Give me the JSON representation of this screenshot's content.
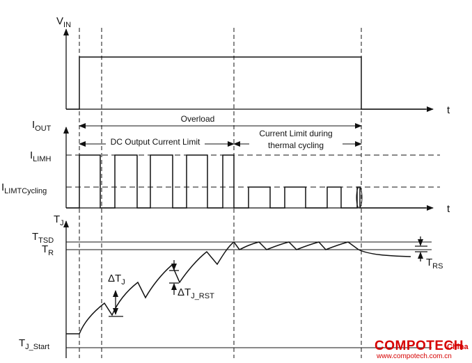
{
  "axes": {
    "vin": "V",
    "vin_sub": "IN",
    "iout": "I",
    "iout_sub": "OUT",
    "tj": "T",
    "tj_sub": "J",
    "time": "t"
  },
  "levels": {
    "ilimh": "I",
    "ilimh_sub": "LIMH",
    "ilimt": "I",
    "ilimt_sub": "LIMTCycling",
    "ttsd": "T",
    "ttsd_sub": "TSD",
    "tr": "T",
    "tr_sub": "R",
    "tstart": "T",
    "tstart_sub": "J_Start"
  },
  "annotations": {
    "overload": "Overload",
    "dc_limit": "DC Output Current Limit",
    "thermal_line1": "Current Limit during",
    "thermal_line2": "thermal cycling",
    "delta_tj": "ΔT",
    "delta_tj_sub": "J",
    "delta_tj_rst": "ΔT",
    "delta_tj_rst_sub": "J_RST",
    "trs": "T",
    "trs_sub": "RS"
  },
  "watermark": {
    "brand": "COMPOTECH",
    "region": "China",
    "url": "www.compotech.com.cn",
    "color": "#d60000"
  }
}
